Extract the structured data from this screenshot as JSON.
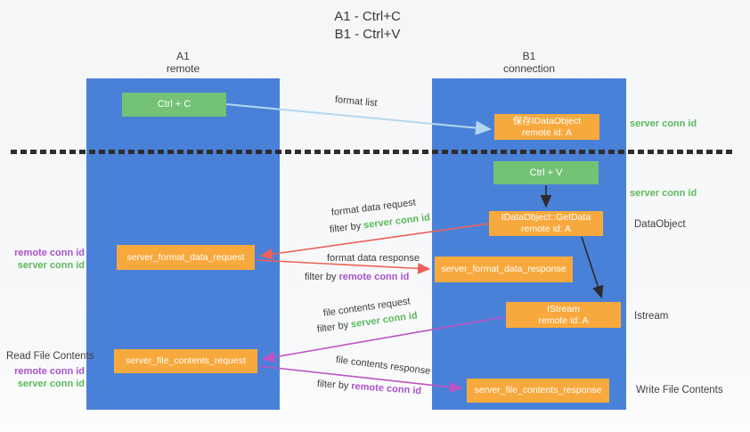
{
  "title": {
    "line1": "A1 - Ctrl+C",
    "line2": "B1 - Ctrl+V"
  },
  "lanes": {
    "a1": {
      "header": [
        "A1",
        "remote"
      ]
    },
    "b1": {
      "header": [
        "B1",
        "connection"
      ]
    }
  },
  "boxes": {
    "ctrl_c": {
      "label": "Ctrl + C"
    },
    "save_idataobject": {
      "title": "保存IDataObject",
      "subtitle": "remote id: A"
    },
    "ctrl_v": {
      "label": "Ctrl + V"
    },
    "getdata": {
      "title": "IDataObject::GetData",
      "subtitle": "remote id: A"
    },
    "format_request": {
      "label": "server_format_data_request"
    },
    "format_response": {
      "label": "server_format_data_response"
    },
    "istream": {
      "title": "IStream",
      "subtitle": "remote id: A"
    },
    "file_request": {
      "label": "server_file_contents_request"
    },
    "file_response": {
      "label": "server_file_contents_response"
    }
  },
  "flow_labels": {
    "format_list": "format list",
    "format_data_request": "format data request",
    "format_data_response": "format data response",
    "file_contents_request": "file contents request",
    "file_contents_response": "file contents response",
    "filter_by": "filter by",
    "server_conn_id": "server conn id",
    "remote_conn_id": "remote conn id"
  },
  "annotations": {
    "right": {
      "server_conn_id_top": "server conn id",
      "server_conn_id_mid": "server conn id",
      "dataobject": "DataObject",
      "istream": "Istream",
      "write_file_contents": "Write File Contents"
    },
    "left": {
      "format_remote_conn_id": "remote conn id",
      "format_server_conn_id": "server conn id",
      "read_file_contents": "Read File Contents",
      "file_remote_conn_id": "remote conn id",
      "file_server_conn_id": "server conn id"
    }
  },
  "colors": {
    "lane_blue": "#4a81d8",
    "box_green": "#74c276",
    "box_orange": "#f8a93d",
    "arrow_light_blue": "#b3d8f2",
    "arrow_red": "#ee6158",
    "arrow_magenta": "#bd53c3",
    "arrow_black": "#2b2b2b",
    "text_green": "#5cb85c",
    "text_purple": "#a653c8"
  }
}
